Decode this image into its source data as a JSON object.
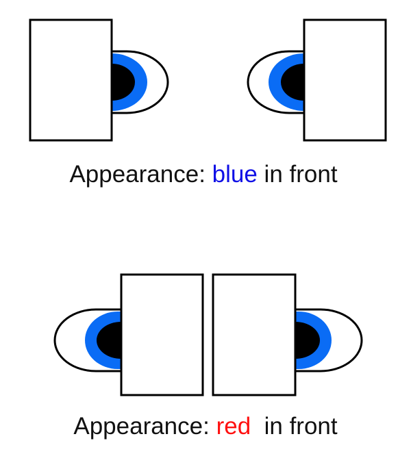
{
  "colors": {
    "iris": "#0a6cf5",
    "pupil": "#000000",
    "outline": "#000000",
    "paper": "#ffffff",
    "caption_text": "#111111",
    "highlight_blue": "#1010e6",
    "highlight_red": "#ff1010"
  },
  "panels": [
    {
      "caption": {
        "prefix": "Appearance: ",
        "highlight": "blue",
        "suffix": " in front"
      }
    },
    {
      "caption": {
        "prefix": "Appearance: ",
        "highlight": "red",
        "suffix": "  in front"
      }
    }
  ]
}
